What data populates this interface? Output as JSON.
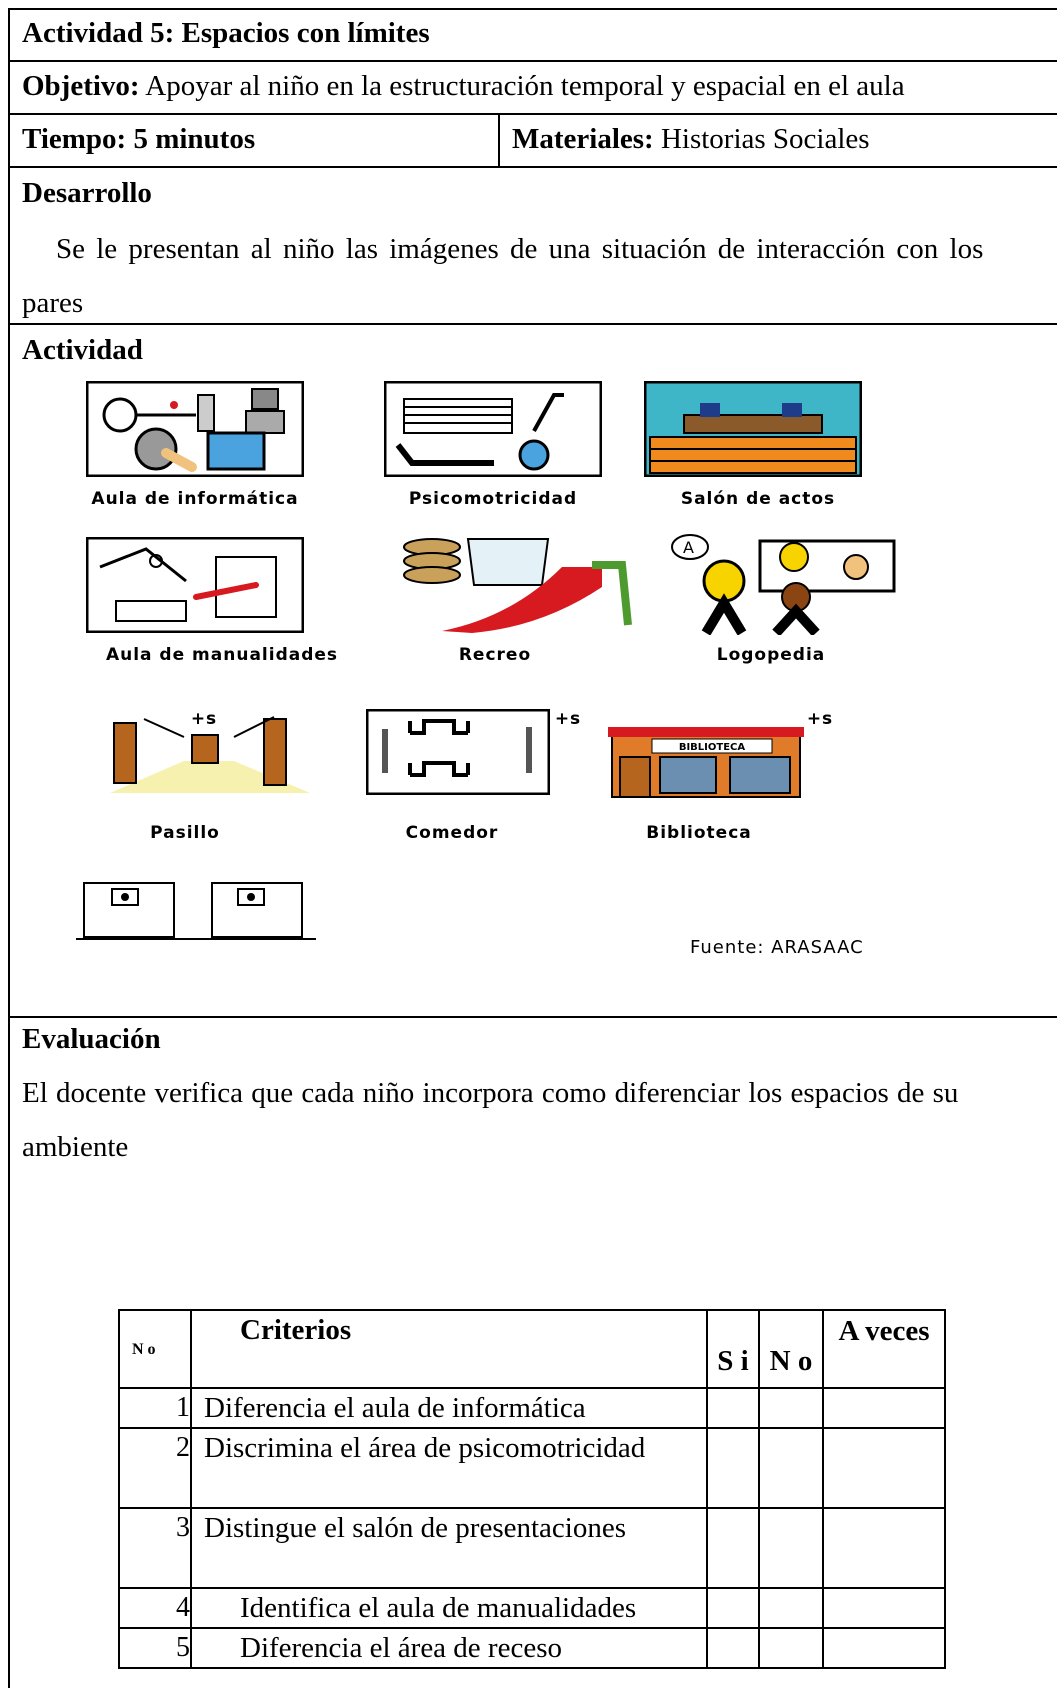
{
  "activity": {
    "title": "Actividad 5: Espacios con límites",
    "objective_label": "Objetivo:",
    "objective_text": "Apoyar al niño en la estructuración temporal y espacial en el aula",
    "time": "Tiempo: 5 minutos",
    "materials_label": "Materiales:",
    "materials_text": "Historias Sociales",
    "development_heading": "Desarrollo",
    "development_text_1": "Se le presentan al niño las imágenes de una situación de interacción con los",
    "development_text_2": "pares",
    "activity_heading": "Actividad"
  },
  "pictograms": [
    {
      "label": "Aula de informática",
      "icon": "computer-lab-icon"
    },
    {
      "label": "Psicomotricidad",
      "icon": "gym-icon"
    },
    {
      "label": "Salón de actos",
      "icon": "auditorium-icon"
    },
    {
      "label": "Aula de manualidades",
      "icon": "crafts-icon"
    },
    {
      "label": "Recreo",
      "icon": "playground-icon"
    },
    {
      "label": "Logopedia",
      "icon": "speech-therapy-icon"
    },
    {
      "label": "Pasillo",
      "icon": "hallway-icon"
    },
    {
      "label": "Comedor",
      "icon": "dining-room-icon"
    },
    {
      "label": "Biblioteca",
      "icon": "library-icon",
      "sign": "BIBLIOTECA"
    },
    {
      "label": "",
      "icon": "restrooms-icon"
    }
  ],
  "plural_mark": "+s",
  "source": "Fuente: ARASAAC",
  "evaluation": {
    "heading": "Evaluación",
    "text_1": "El docente verifica que cada niño incorpora como diferenciar los espacios de su",
    "text_2": "ambiente"
  },
  "criteria_table": {
    "headers": {
      "num": "N o",
      "criteria": "Criterios",
      "yes": "S i",
      "no": "N o",
      "sometimes": "A veces"
    },
    "rows": [
      {
        "num": "1",
        "text": "Diferencia el aula de informática"
      },
      {
        "num": "2",
        "text": "Discrimina el área de psicomotricidad"
      },
      {
        "num": "3",
        "text": "Distingue el salón de presentaciones"
      },
      {
        "num": "4",
        "text": "Identifica el aula de manualidades"
      },
      {
        "num": "5",
        "text": "Diferencia el área de receso"
      }
    ]
  },
  "colors": {
    "border": "#000000",
    "slide_red": "#d71920",
    "library_orange": "#e07b2a"
  }
}
